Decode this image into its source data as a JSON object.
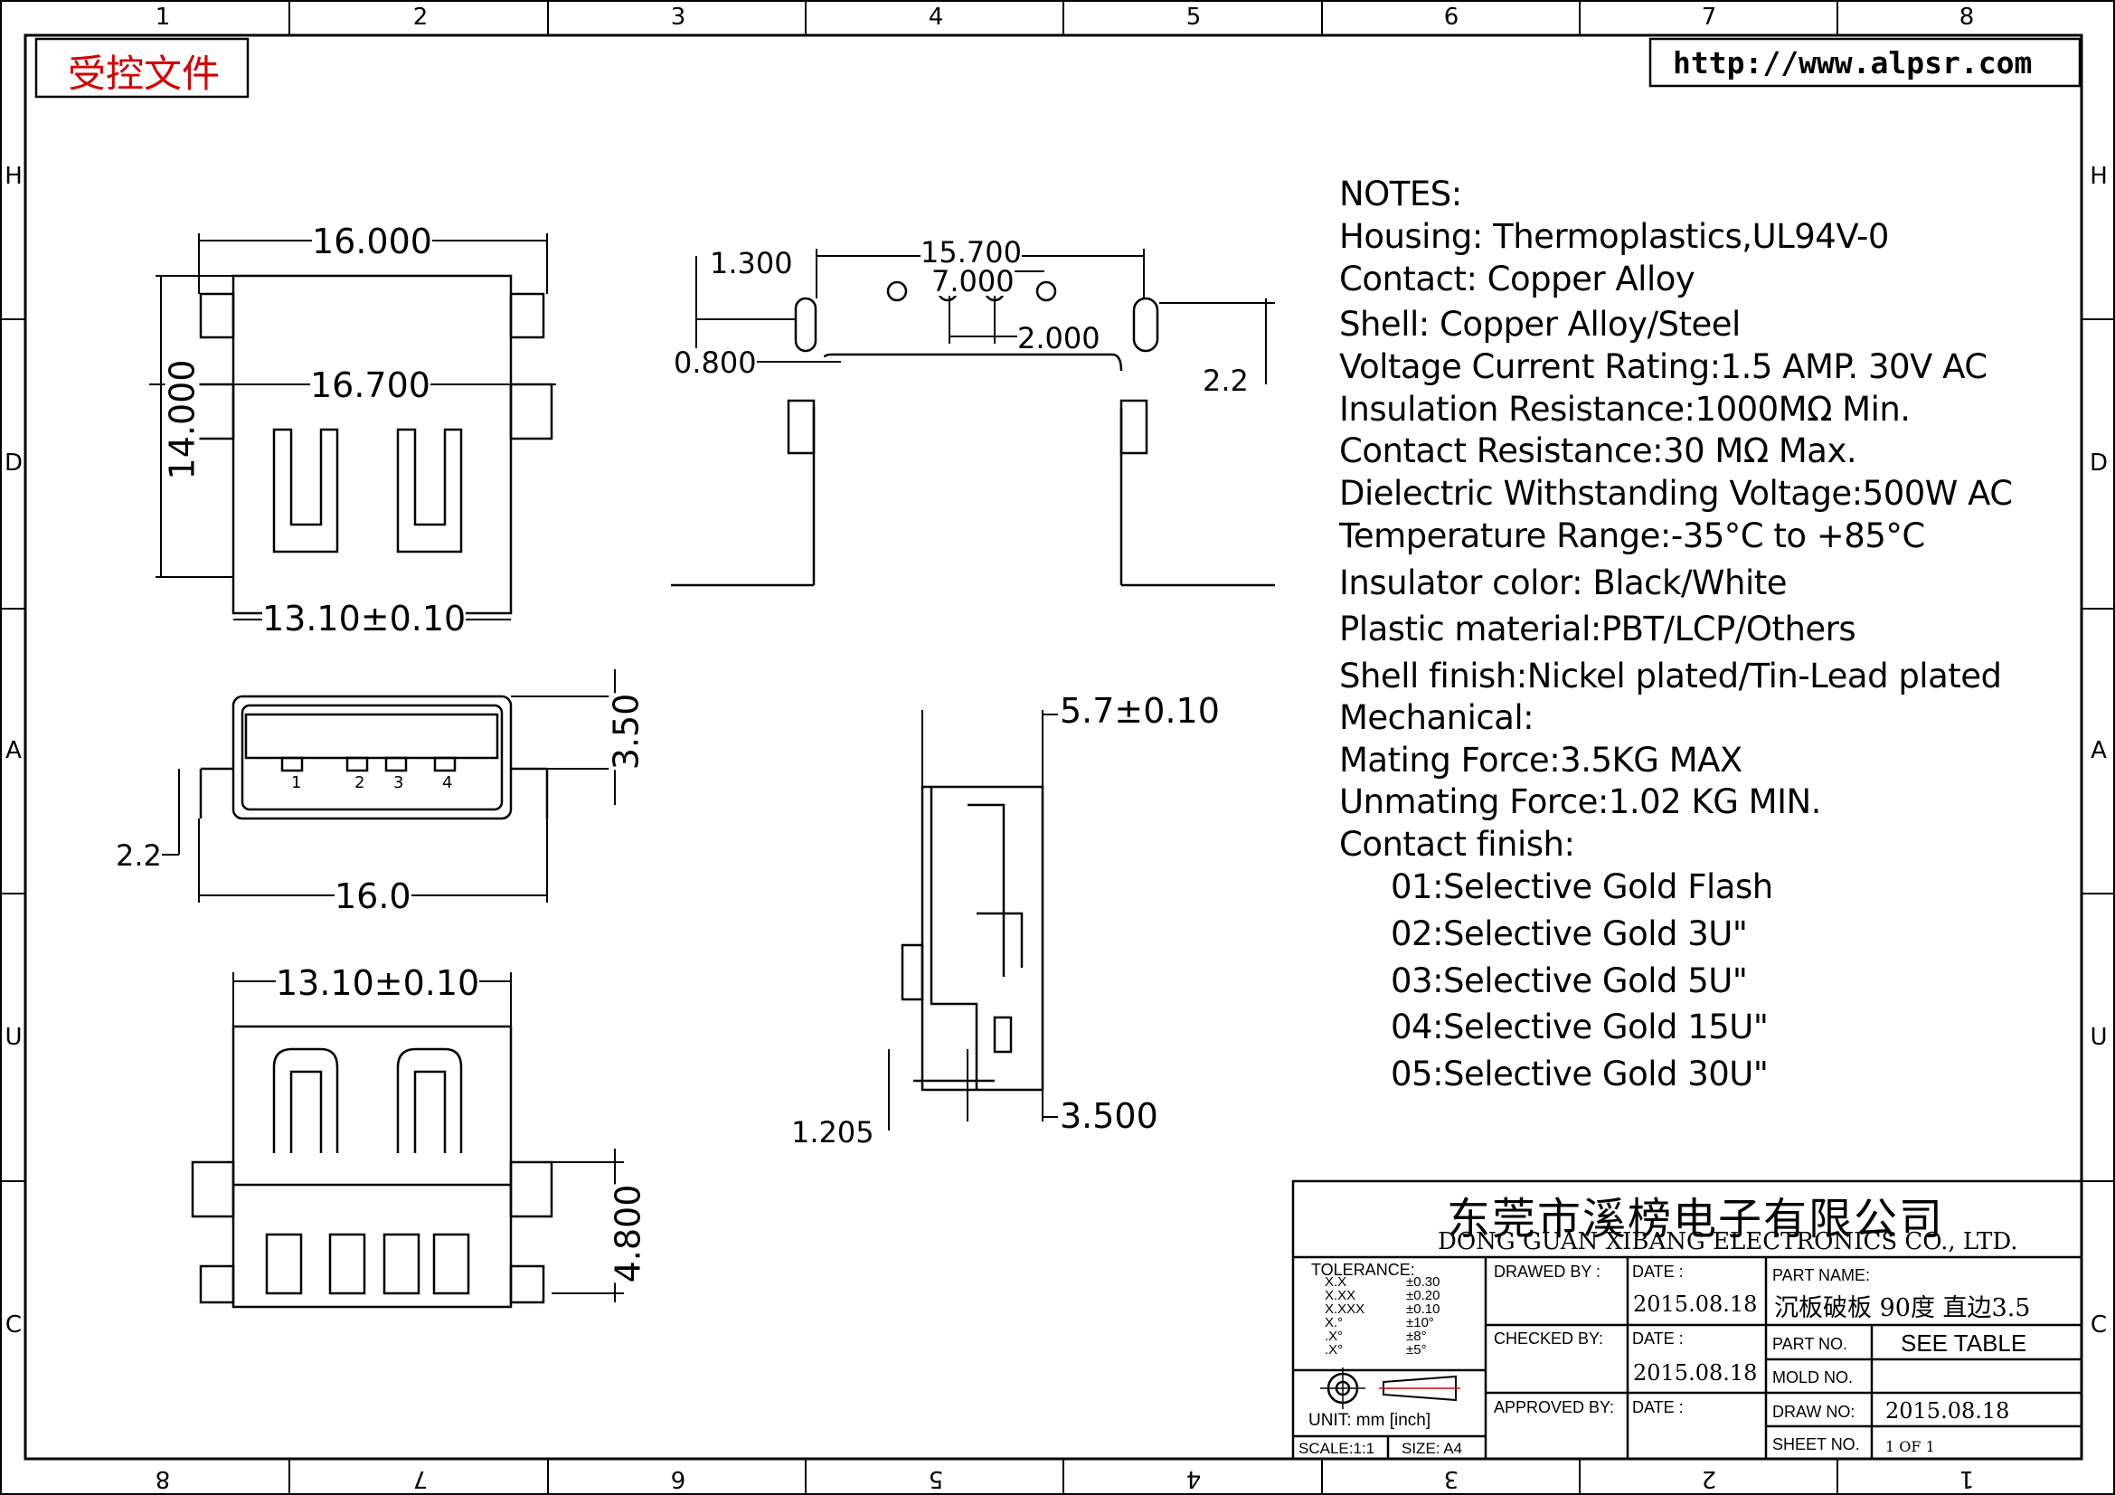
{
  "header": {
    "stamp": "受控文件",
    "url": "http://www.alpsr.com"
  },
  "zones": {
    "top": [
      "1",
      "2",
      "3",
      "4",
      "5",
      "6",
      "7",
      "8"
    ],
    "bottom": [
      "8",
      "7",
      "6",
      "5",
      "4",
      "3",
      "2",
      "1"
    ],
    "left": [
      "H",
      "D",
      "A",
      "U",
      "C"
    ],
    "right": [
      "H",
      "D",
      "A",
      "U",
      "C"
    ]
  },
  "dimensions": {
    "top_view_width": "16.000",
    "top_view_height": "14.000",
    "top_view_flange": "16.700",
    "top_view_bottom": "13.10±0.10",
    "front_width": "16.0",
    "front_height": "3.50",
    "front_offset": "2.2",
    "bottom_view_top": "13.10±0.10",
    "bottom_view_side": "4.800",
    "pcb_overall": "15.700",
    "pcb_spacing": "7.000",
    "pcb_pitch": "2.000",
    "pcb_hole": "1.300",
    "pcb_slot": "0.800",
    "pcb_offset": "2.2",
    "side_width": "5.7±0.10",
    "side_depth": "3.500",
    "side_offset": "1.205"
  },
  "pin_numbers": [
    "1",
    "2",
    "3",
    "4"
  ],
  "notes": {
    "heading": "NOTES:",
    "lines": [
      "Housing:  Thermoplastics,UL94V-0",
      "Contact:  Copper  Alloy",
      "Shell:  Copper  Alloy/Steel",
      "Voltage  Current  Rating:1.5  AMP.  30V  AC",
      "Insulation  Resistance:1000MΩ  Min.",
      "Contact  Resistance:30  MΩ  Max.",
      "Dielectric  Withstanding  Voltage:500W  AC",
      "Temperature  Range:-35°C  to  +85°C",
      "Insulator  color:  Black/White",
      "Plastic  material:PBT/LCP/Others",
      "Shell  finish:Nickel  plated/Tin-Lead  plated",
      "Mechanical:",
      "Mating  Force:3.5KG  MAX",
      "Unmating  Force:1.02  KG  MIN.",
      "Contact  finish:"
    ],
    "finish_options": [
      "01:Selective  Gold  Flash",
      "02:Selective  Gold  3U\"",
      "03:Selective  Gold  5U\"",
      "04:Selective  Gold  15U\"",
      "05:Selective  Gold  30U\""
    ]
  },
  "title_block": {
    "company_cn": "东莞市溪榜电子有限公司",
    "company_en": "DONG  GUAN  XIBANG  ELECTRONICS  CO.,  LTD.",
    "tolerance_label": "TOLERANCE:",
    "tolerances": [
      {
        "fmt": "X.X",
        "val": "±0.30"
      },
      {
        "fmt": "X.XX",
        "val": "±0.20"
      },
      {
        "fmt": "X.XXX",
        "val": "±0.10"
      },
      {
        "fmt": "X.°",
        "val": "±10°"
      },
      {
        "fmt": ".X°",
        "val": "±8°"
      },
      {
        "fmt": ".X°",
        "val": "±5°"
      }
    ],
    "unit_label": "UNIT:  mm  [inch]",
    "scale_label": "SCALE:1:1",
    "size_label": "SIZE:  A4",
    "drawn_by_label": "DRAWED  BY :",
    "checked_by_label": "CHECKED  BY:",
    "approved_by_label": "APPROVED  BY:",
    "date_label": "DATE  :",
    "drawn_date": "2015.08.18",
    "checked_date": "2015.08.18",
    "part_name_label": "PART  NAME:",
    "part_name": "沉板破板  90度  直边3.5",
    "part_no_label": "PART  NO.",
    "part_no": "SEE  TABLE",
    "mold_no_label": "MOLD  NO.",
    "draw_no_label": "DRAW  NO:",
    "draw_no": "2015.08.18",
    "sheet_no_label": "SHEET  NO.",
    "sheet_no": "1  OF  1"
  },
  "colors": {
    "stamp": "#d40000",
    "line": "#000000"
  }
}
